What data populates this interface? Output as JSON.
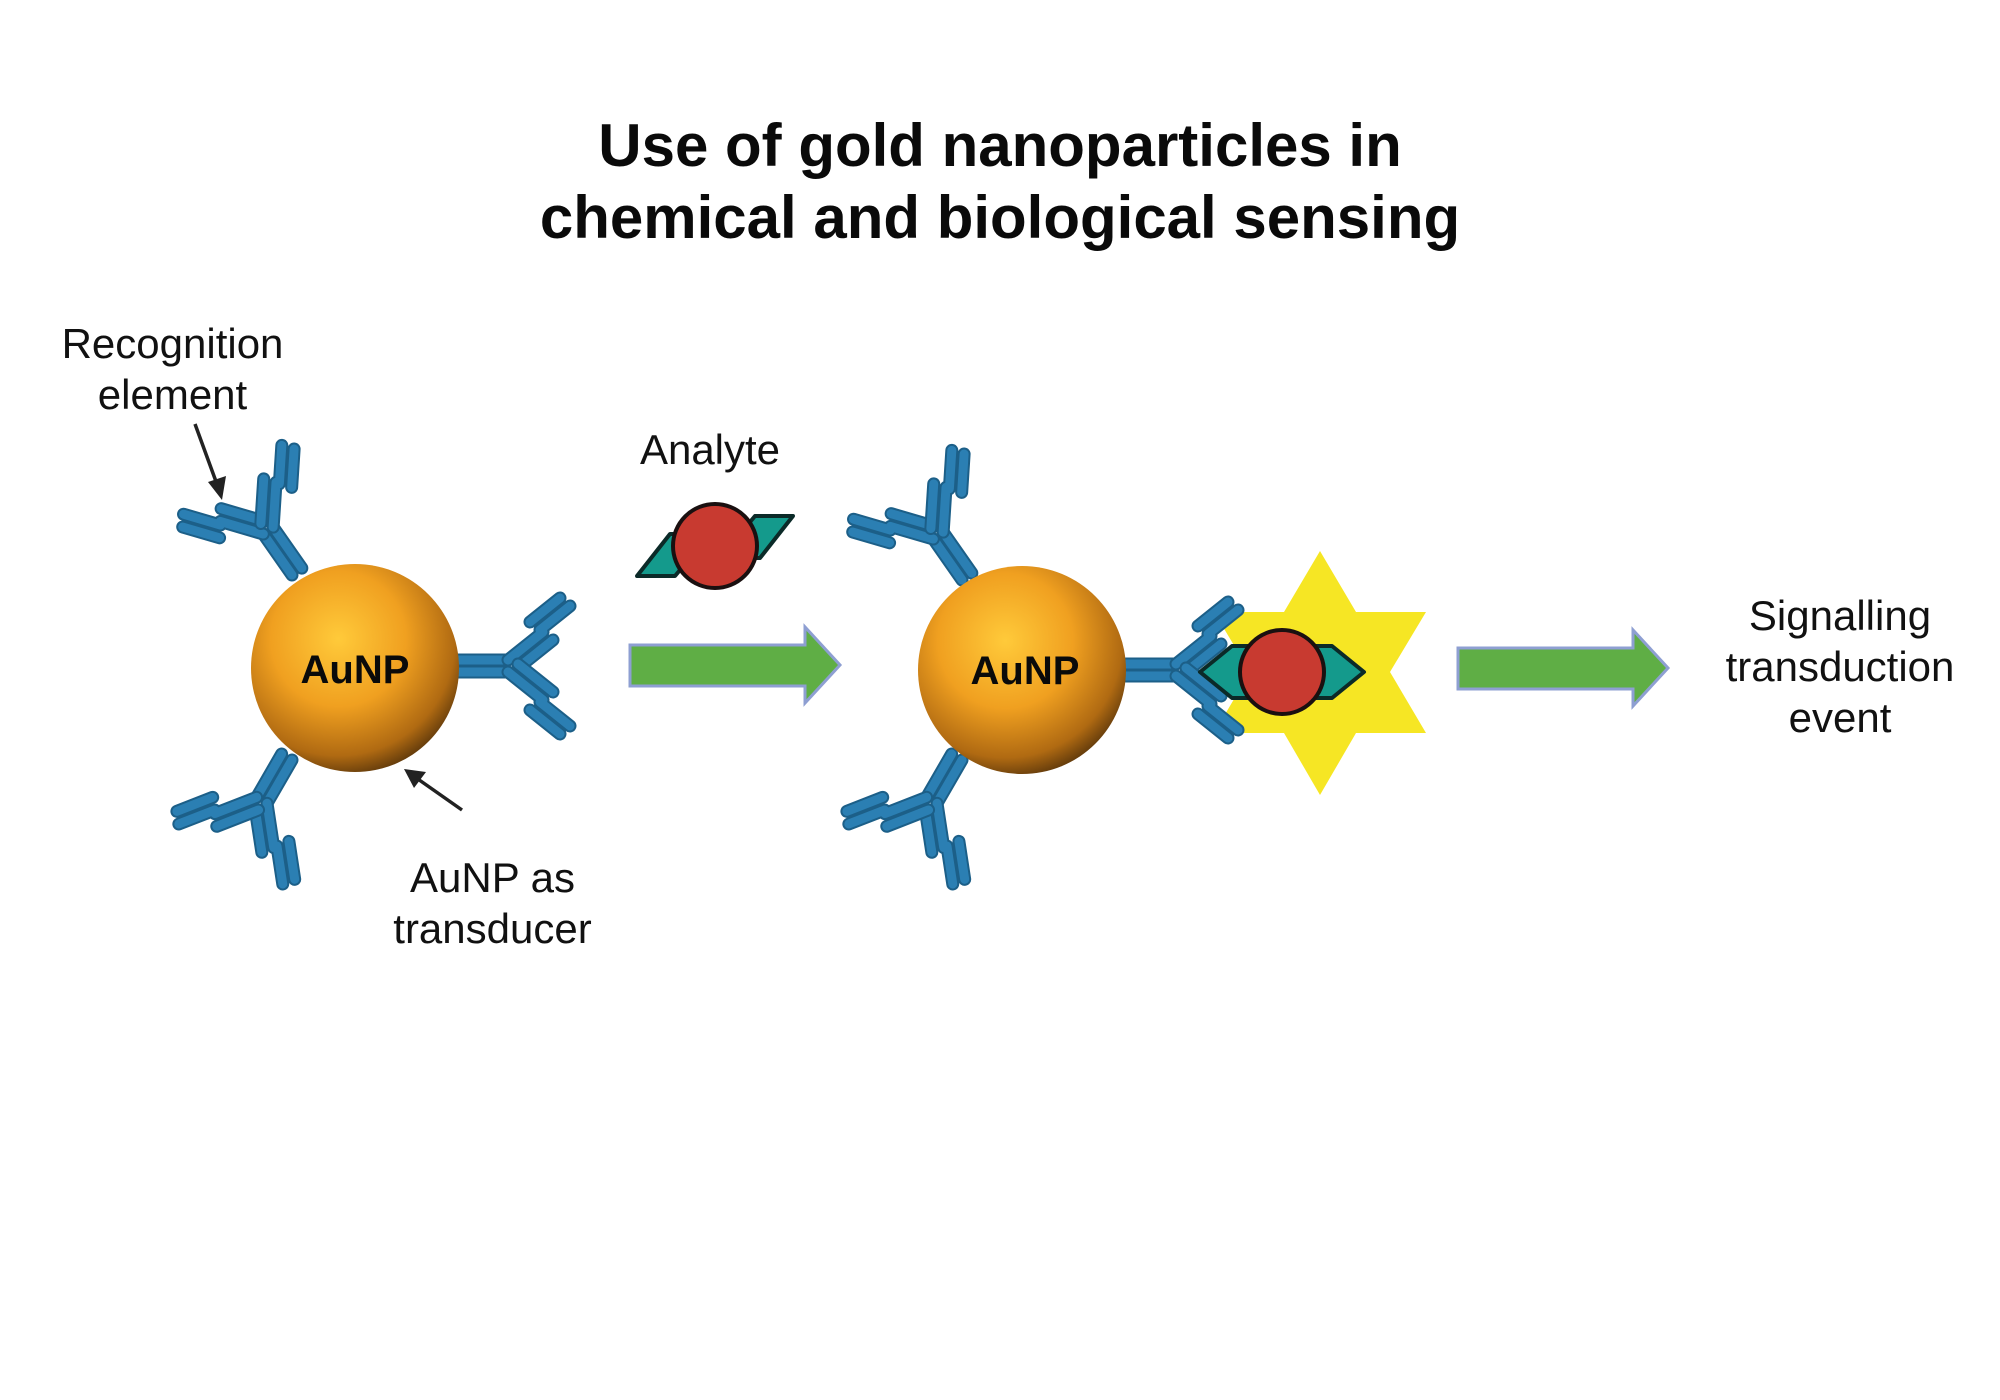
{
  "title": {
    "line1": "Use of gold nanoparticles in",
    "line2": "chemical and biological sensing"
  },
  "labels": {
    "recognition_line1": "Recognition",
    "recognition_line2": "element",
    "analyte": "Analyte",
    "aunp_transducer_line1": "AuNP as",
    "aunp_transducer_line2": "transducer",
    "signal_line1": "Signalling",
    "signal_line2": "transduction",
    "signal_line3": "event"
  },
  "nanoparticles": [
    {
      "label": "AuNP"
    },
    {
      "label": "AuNP"
    }
  ],
  "colors": {
    "gold": "#f0a020",
    "antibody": "#2b7fb3",
    "analyte_circle": "#c83a30",
    "analyte_diamond": "#149a8c",
    "arrow_fill": "#5fae45",
    "arrow_stroke": "#8e9fd2",
    "signal_star": "#f6e624"
  }
}
